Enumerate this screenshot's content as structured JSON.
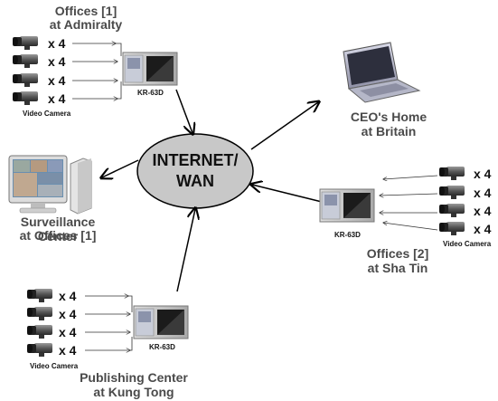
{
  "center": {
    "line1": "INTERNET/",
    "line2": "WAN"
  },
  "sites": {
    "admiralty": {
      "title": "Offices [1]",
      "subtitle": "at Admiralty",
      "device": "KR-63D",
      "camera_label": "Video Camera",
      "multiplier": "x 4"
    },
    "ceo": {
      "title": "CEO's Home",
      "subtitle": "at Britain"
    },
    "surveillance": {
      "title": "Surveillance Center",
      "subtitle": "at Offices [1]"
    },
    "shatin": {
      "title": "Offices [2]",
      "subtitle": "at Sha Tin",
      "device": "KR-63D",
      "camera_label": "Video Camera",
      "multiplier": "x 4"
    },
    "kungtong": {
      "title": "Publishing Center",
      "subtitle": "at Kung Tong",
      "device": "KR-63D",
      "camera_label": "Video Camera",
      "multiplier": "x 4"
    }
  },
  "colors": {
    "cloud_fill": "#c8c8c8",
    "label_text": "#4a4a4a",
    "arrow": "#000000"
  }
}
